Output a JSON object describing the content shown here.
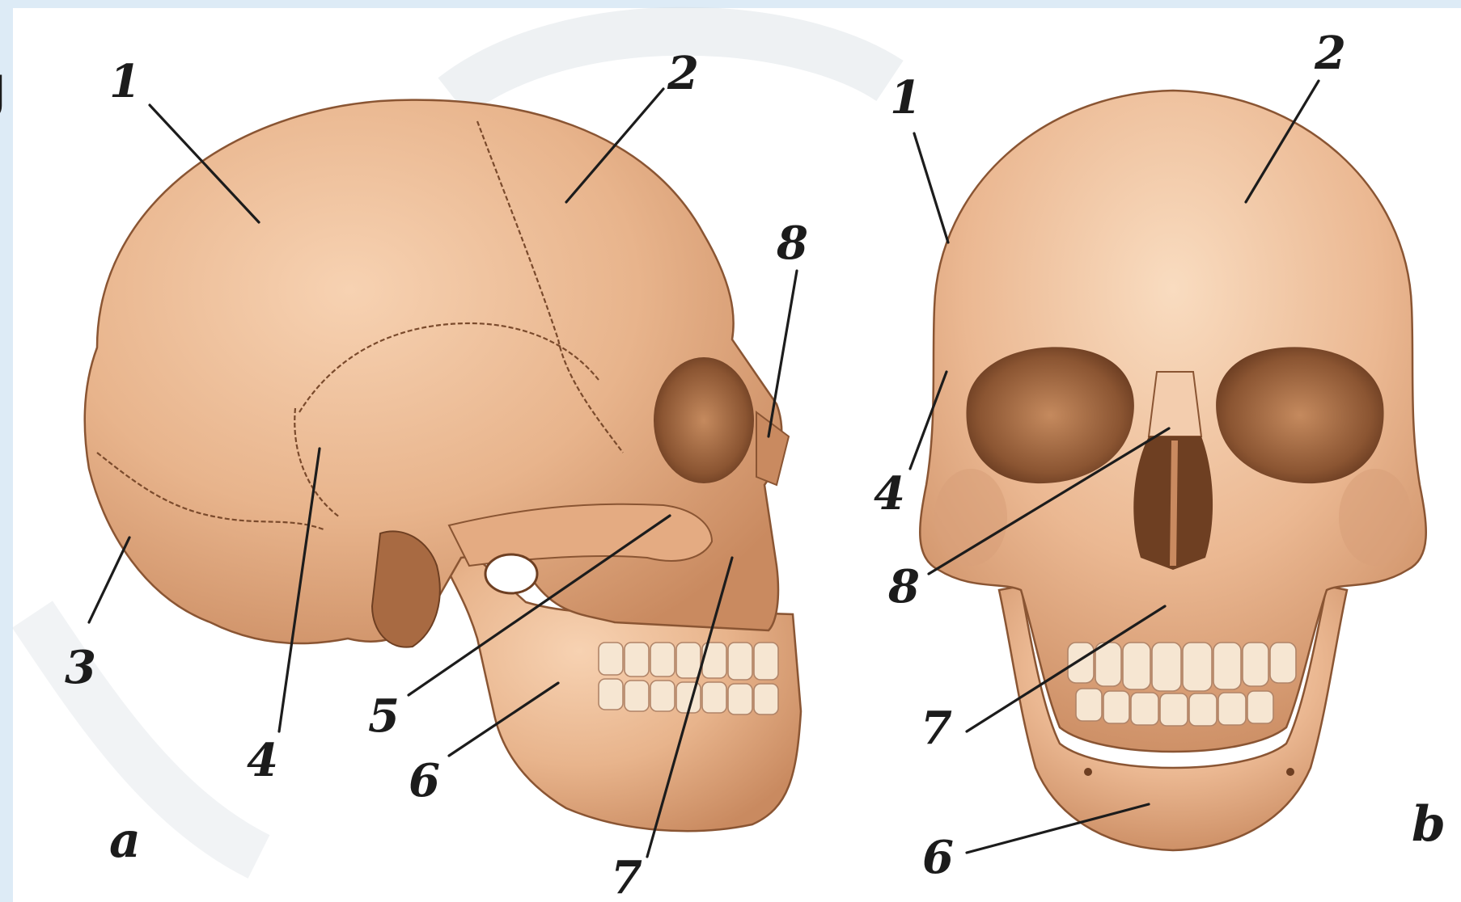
{
  "panels": {
    "lateral": {
      "caption": "a",
      "labels": [
        "1",
        "2",
        "3",
        "4",
        "5",
        "6",
        "7",
        "8"
      ]
    },
    "frontal": {
      "caption": "b",
      "labels": [
        "1",
        "2",
        "4",
        "6",
        "7",
        "8"
      ]
    }
  },
  "edge_mark": "J",
  "colors": {
    "background": "#ddebf6",
    "panel": "#ffffff",
    "bone": "#e8b48c",
    "bone_shadow": "#c98a60",
    "cavity": "#6e3f22",
    "label": "#1c1c1c"
  }
}
